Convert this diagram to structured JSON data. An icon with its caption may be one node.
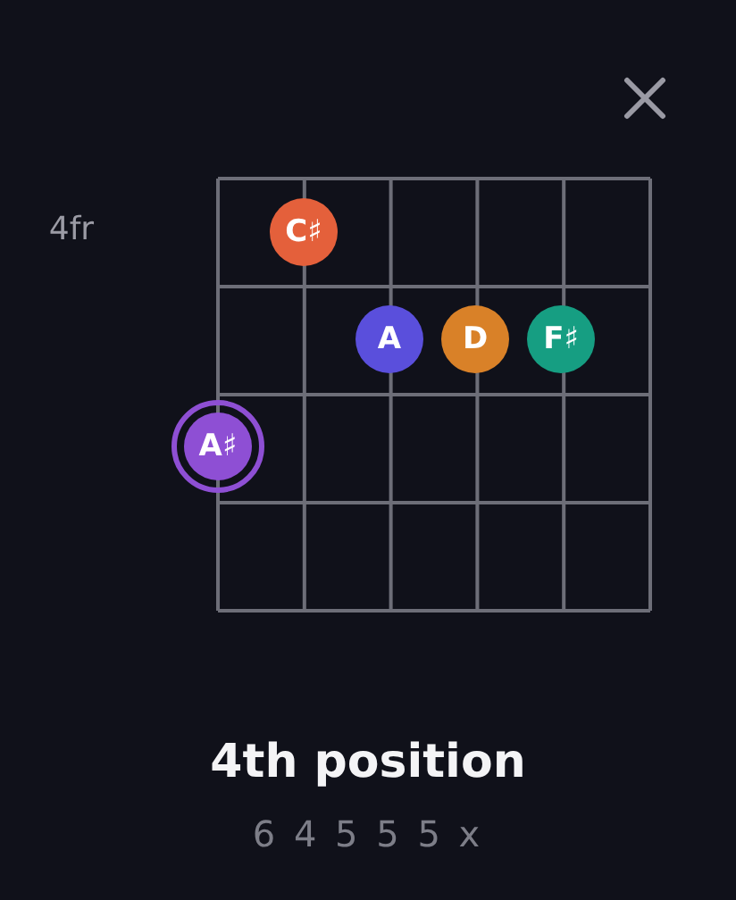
{
  "diagram": {
    "title": "4th position",
    "nodes": [
      {
        "text": [
          "C♯"
        ]
      },
      {
        "text": [
          "A"
        ]
      },
      {
        "text": [
          "D"
        ]
      },
      {
        "text": [
          "F♯"
        ]
      },
      {
        "text": [
          "A♯"
        ]
      }
    ],
    "labels": [
      "4fr",
      "6 4 5 5 5 x"
    ]
  }
}
